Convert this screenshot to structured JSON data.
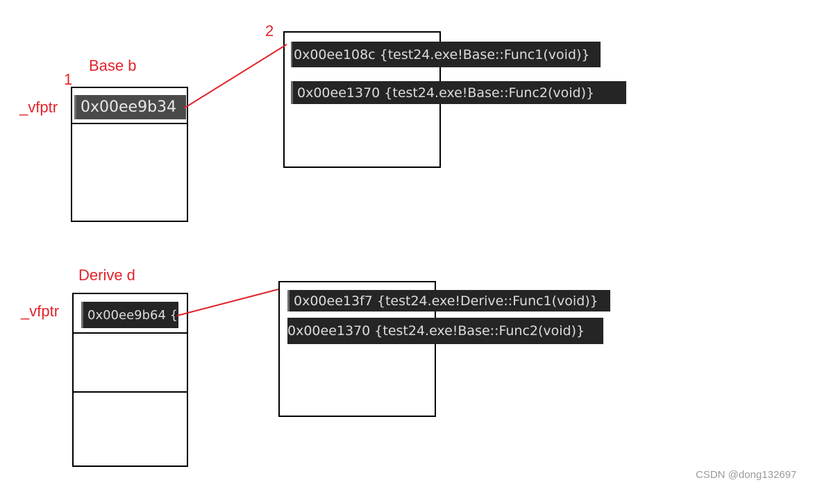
{
  "base_object": {
    "title": "Base b",
    "marker": "1",
    "vfptr_label": "_vfptr",
    "vfptr_value": "0x00ee9b34"
  },
  "base_vtable": {
    "marker": "2",
    "entries": [
      "0x00ee108c {test24.exe!Base::Func1(void)}",
      "0x00ee1370 {test24.exe!Base::Func2(void)}"
    ]
  },
  "derive_object": {
    "title": "Derive d",
    "vfptr_label": "_vfptr",
    "vfptr_value": "0x00ee9b64 {"
  },
  "derive_vtable": {
    "entries": [
      "0x00ee13f7 {test24.exe!Derive::Func1(void)}",
      "0x00ee1370 {test24.exe!Base::Func2(void)}"
    ]
  },
  "watermark": "CSDN @dong132697",
  "colors": {
    "annotation": "#e0242a",
    "debug_bg": "#252526",
    "debug_text": "#dcdcdc"
  }
}
